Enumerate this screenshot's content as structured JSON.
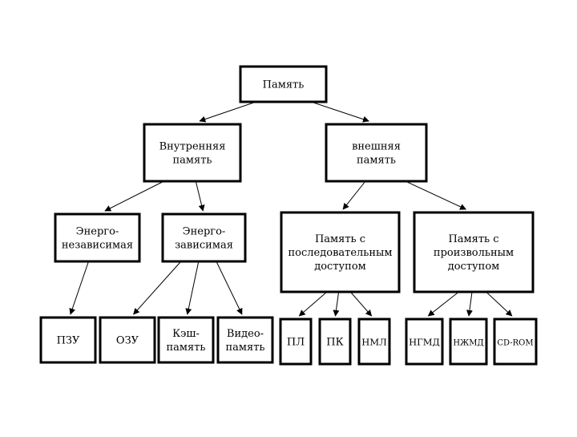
{
  "diagram": {
    "nodes": [
      {
        "id": "root",
        "lines": [
          "Память"
        ]
      },
      {
        "id": "internal",
        "lines": [
          "Внутренняя",
          "память"
        ]
      },
      {
        "id": "external",
        "lines": [
          "внешняя",
          "память"
        ]
      },
      {
        "id": "nonvolatile",
        "lines": [
          "Энерго-",
          "независимая"
        ]
      },
      {
        "id": "volatile",
        "lines": [
          "Энерго-",
          "зависимая"
        ]
      },
      {
        "id": "sequential",
        "lines": [
          "Память с",
          "последовательным",
          "доступом"
        ]
      },
      {
        "id": "random",
        "lines": [
          "Память с",
          "произвольным",
          "доступом"
        ]
      },
      {
        "id": "pzu",
        "lines": [
          "ПЗУ"
        ]
      },
      {
        "id": "ozu",
        "lines": [
          "ОЗУ"
        ]
      },
      {
        "id": "cache",
        "lines": [
          "Кэш-",
          "память"
        ]
      },
      {
        "id": "video",
        "lines": [
          "Видео-",
          "память"
        ]
      },
      {
        "id": "pl",
        "lines": [
          "ПЛ"
        ]
      },
      {
        "id": "pk",
        "lines": [
          "ПК"
        ]
      },
      {
        "id": "nml",
        "lines": [
          "НМЛ"
        ]
      },
      {
        "id": "ngmd",
        "lines": [
          "НГМД"
        ]
      },
      {
        "id": "nzhmd",
        "lines": [
          "НЖМД"
        ]
      },
      {
        "id": "cdrom",
        "lines": [
          "CD-ROM"
        ]
      }
    ],
    "edges": [
      [
        "root",
        "internal"
      ],
      [
        "root",
        "external"
      ],
      [
        "internal",
        "nonvolatile"
      ],
      [
        "internal",
        "volatile"
      ],
      [
        "external",
        "sequential"
      ],
      [
        "external",
        "random"
      ],
      [
        "nonvolatile",
        "pzu"
      ],
      [
        "volatile",
        "ozu"
      ],
      [
        "volatile",
        "cache"
      ],
      [
        "volatile",
        "video"
      ],
      [
        "sequential",
        "pl"
      ],
      [
        "sequential",
        "pk"
      ],
      [
        "sequential",
        "nml"
      ],
      [
        "random",
        "ngmd"
      ],
      [
        "random",
        "nzhmd"
      ],
      [
        "random",
        "cdrom"
      ]
    ]
  }
}
